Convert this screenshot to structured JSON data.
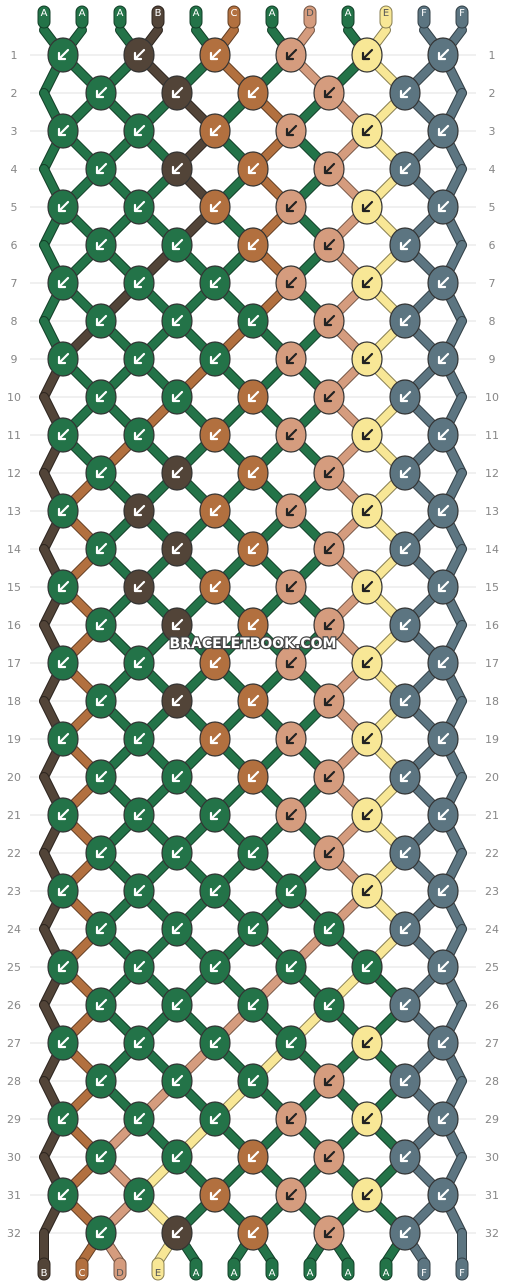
{
  "watermark": "BRACELETBOOK.COM",
  "colors": {
    "A": "#237348",
    "B": "#524438",
    "C": "#b2703f",
    "D": "#d59c7e",
    "E": "#f8e796",
    "F": "#5c7581"
  },
  "strand_labels": [
    "A",
    "A",
    "A",
    "B",
    "A",
    "C",
    "A",
    "D",
    "A",
    "E",
    "F",
    "F"
  ],
  "row_labels": [
    "1",
    "2",
    "3",
    "4",
    "5",
    "6",
    "7",
    "8",
    "9",
    "10",
    "11",
    "12",
    "13",
    "14",
    "15",
    "16",
    "17",
    "18",
    "19",
    "20",
    "21",
    "22",
    "23",
    "24",
    "25",
    "26",
    "27",
    "28",
    "29",
    "30",
    "31",
    "32"
  ],
  "knot_icon": "arrow-icon",
  "knots": [
    [
      "A",
      "B",
      "C",
      "D",
      "E",
      "F"
    ],
    [
      "A",
      "B",
      "C",
      "D",
      "F"
    ],
    [
      "A",
      "A",
      "C",
      "D",
      "E",
      "F"
    ],
    [
      "A",
      "B",
      "C",
      "D",
      "F"
    ],
    [
      "A",
      "A",
      "C",
      "D",
      "E",
      "F"
    ],
    [
      "A",
      "A",
      "C",
      "D",
      "F"
    ],
    [
      "A",
      "A",
      "A",
      "D",
      "E",
      "F"
    ],
    [
      "A",
      "A",
      "A",
      "D",
      "F"
    ],
    [
      "A",
      "A",
      "A",
      "D",
      "E",
      "F"
    ],
    [
      "A",
      "A",
      "C",
      "D",
      "F"
    ],
    [
      "A",
      "A",
      "C",
      "D",
      "E",
      "F"
    ],
    [
      "A",
      "B",
      "C",
      "D",
      "F"
    ],
    [
      "A",
      "B",
      "C",
      "D",
      "E",
      "F"
    ],
    [
      "A",
      "B",
      "C",
      "D",
      "F"
    ],
    [
      "A",
      "B",
      "C",
      "D",
      "E",
      "F"
    ],
    [
      "A",
      "B",
      "C",
      "D",
      "F"
    ],
    [
      "A",
      "A",
      "C",
      "D",
      "E",
      "F"
    ],
    [
      "A",
      "B",
      "C",
      "D",
      "F"
    ],
    [
      "A",
      "A",
      "C",
      "D",
      "E",
      "F"
    ],
    [
      "A",
      "A",
      "C",
      "D",
      "F"
    ],
    [
      "A",
      "A",
      "A",
      "D",
      "E",
      "F"
    ],
    [
      "A",
      "A",
      "A",
      "D",
      "F"
    ],
    [
      "A",
      "A",
      "A",
      "A",
      "E",
      "F"
    ],
    [
      "A",
      "A",
      "A",
      "A",
      "F"
    ],
    [
      "A",
      "A",
      "A",
      "A",
      "A",
      "F"
    ],
    [
      "A",
      "A",
      "A",
      "A",
      "F"
    ],
    [
      "A",
      "A",
      "A",
      "A",
      "E",
      "F"
    ],
    [
      "A",
      "A",
      "A",
      "D",
      "F"
    ],
    [
      "A",
      "A",
      "A",
      "D",
      "E",
      "F"
    ],
    [
      "A",
      "A",
      "C",
      "D",
      "F"
    ],
    [
      "A",
      "A",
      "C",
      "D",
      "E",
      "F"
    ],
    [
      "A",
      "B",
      "C",
      "D",
      "F"
    ]
  ]
}
